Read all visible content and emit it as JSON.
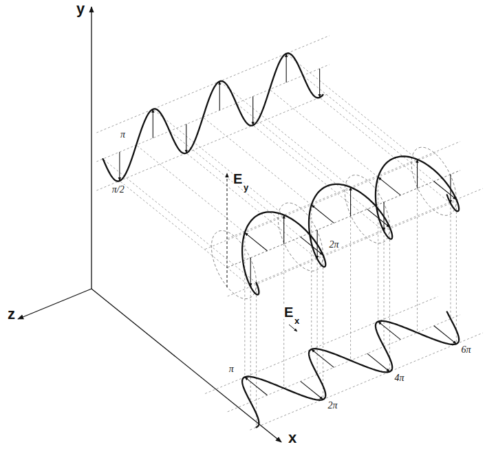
{
  "diagram": {
    "labels": [
      "y",
      "π/2",
      "π",
      "E",
      "y",
      "2π",
      "z",
      "E",
      "x",
      "6π",
      "4π",
      "2π",
      "π",
      "x"
    ]
  }
}
